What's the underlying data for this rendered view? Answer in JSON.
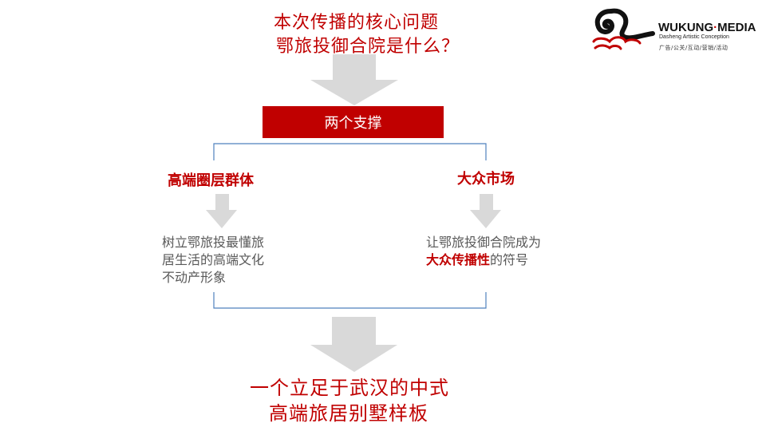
{
  "title": {
    "line1": "本次传播的核心问题",
    "line2": "鄂旅投御合院是什么？"
  },
  "center_box": "两个支撑",
  "branches": {
    "left": {
      "label": "高端圈层群体",
      "desc": [
        "树立鄂旅投最懂旅",
        "居生活的高端文化",
        "不动产形象"
      ]
    },
    "right": {
      "label": "大众市场",
      "desc_line1": "让鄂旅投御合院成为",
      "desc_line2_highlight": "大众传播性",
      "desc_line2_rest": "的符号"
    }
  },
  "conclusion": {
    "line1": "一个立足于武汉的中式",
    "line2": "高端旅居别墅样板"
  },
  "logo": {
    "name_part1": "WUKUNG",
    "name_sep": "·",
    "name_part2": "MEDIA",
    "subtitle": "Dasheng Artistic Conception",
    "tagline": "广告/公关/互动/营销/活动"
  },
  "colors": {
    "accent": "#c00000",
    "arrow": "#d9d9d9",
    "connector": "#4f81bd",
    "text_gray": "#595959"
  }
}
